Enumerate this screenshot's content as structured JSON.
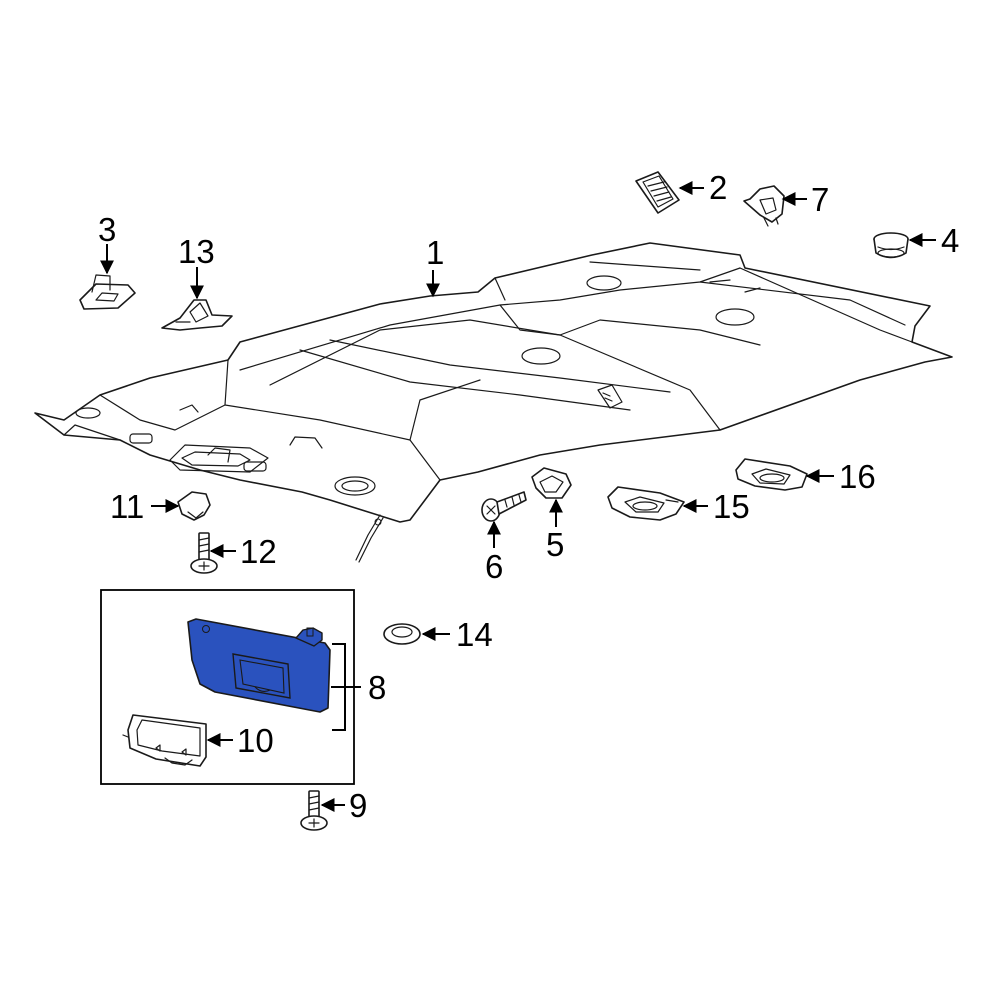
{
  "highlight_color": "#2a52be",
  "callouts": {
    "c1": "1",
    "c2": "2",
    "c3": "3",
    "c4": "4",
    "c5": "5",
    "c6": "6",
    "c7": "7",
    "c8": "8",
    "c9": "9",
    "c10": "10",
    "c11": "11",
    "c12": "12",
    "c13": "13",
    "c14": "14",
    "c15": "15",
    "c16": "16"
  }
}
